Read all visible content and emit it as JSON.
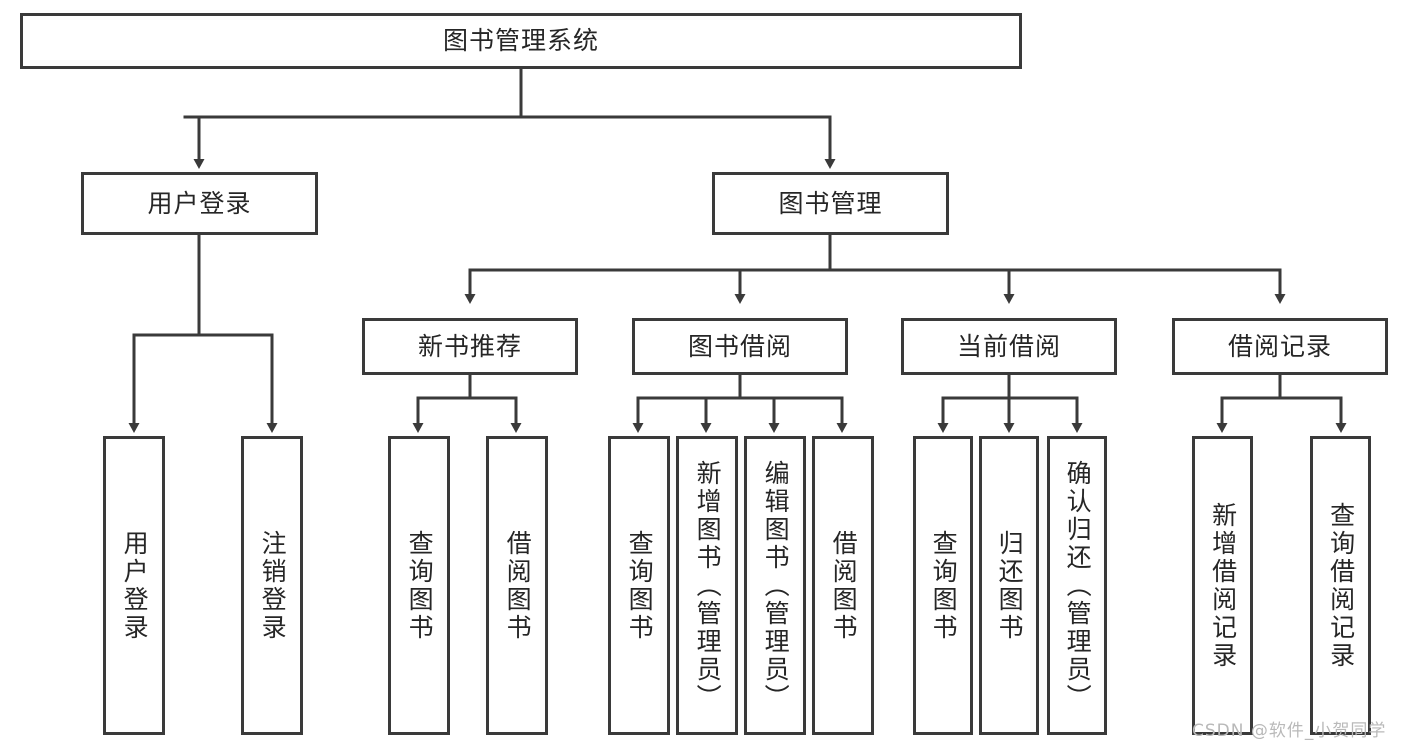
{
  "diagram": {
    "title": "图书管理系统",
    "type": "tree-hierarchy",
    "root": {
      "label": "图书管理系统"
    },
    "level2": [
      {
        "label": "用户登录"
      },
      {
        "label": "图书管理"
      }
    ],
    "level3": [
      {
        "label": "新书推荐"
      },
      {
        "label": "图书借阅"
      },
      {
        "label": "当前借阅"
      },
      {
        "label": "借阅记录"
      }
    ],
    "leaves": {
      "user_login": [
        {
          "label": "用户登录"
        },
        {
          "label": "注销登录"
        }
      ],
      "new_book_recommend": [
        {
          "label": "查询图书"
        },
        {
          "label": "借阅图书"
        }
      ],
      "book_borrow": [
        {
          "label": "查询图书"
        },
        {
          "label": "新增图书（管理员）"
        },
        {
          "label": "编辑图书（管理员）"
        },
        {
          "label": "借阅图书"
        }
      ],
      "current_borrow": [
        {
          "label": "查询图书"
        },
        {
          "label": "归还图书"
        },
        {
          "label": "确认归还（管理员）"
        }
      ],
      "borrow_record": [
        {
          "label": "新增借阅记录"
        },
        {
          "label": "查询借阅记录"
        }
      ]
    }
  },
  "watermark": {
    "text": "CSDN @软件_小贺同学"
  },
  "colors": {
    "border": "#3a3a3a",
    "text": "#262626",
    "background": "#ffffff",
    "watermark": "#b9b9b9"
  }
}
